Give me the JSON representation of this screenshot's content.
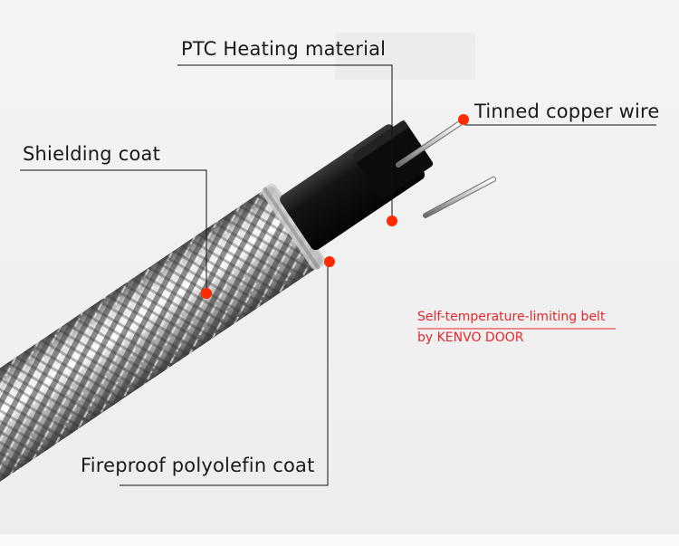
{
  "labels": {
    "ptc_heating": "PTC Heating material",
    "tinned_copper": "Tinned copper wire",
    "shielding": "Shielding coat",
    "fireproof": "Fireproof polyolefin coat"
  },
  "caption": {
    "line1": "Self-temperature-limiting belt",
    "line2": "by KENVO DOOR"
  },
  "colors": {
    "marker": "#ff2a00",
    "caption": "#e8262b",
    "leader_line": "#111111",
    "background": "#f2f2f2"
  }
}
